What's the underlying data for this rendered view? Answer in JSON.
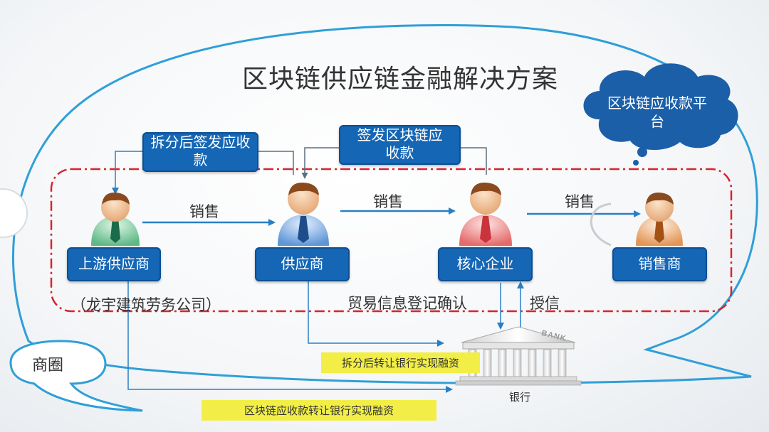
{
  "title": "区块链供应链金融解决方案",
  "cloud": "区块链应收款平台",
  "boxes": {
    "issue_split": "拆分后签发应收款",
    "issue_chain": "签发区块链应收款",
    "upstream": "上游供应商",
    "supplier": "供应商",
    "core": "核心企业",
    "distributor": "销售商"
  },
  "labels": {
    "sale1": "销售",
    "sale2": "销售",
    "sale3": "销售",
    "upstream_company": "（龙宇建筑劳务公司）",
    "trade_confirm": "贸易信息登记确认",
    "credit": "授信",
    "bank": "银行",
    "bank_sign": "BANK",
    "business_circle": "商圈"
  },
  "highlights": {
    "split_financing": "拆分后转让银行实现融资",
    "chain_financing": "区块链应收款转让银行实现融资"
  },
  "colors": {
    "box_blue": "#1566b5",
    "outline_blue": "#2f9fd8",
    "dashed_red": "#d9232e",
    "arrow_blue": "#2a7fc4",
    "highlight_yellow": "#f2ee47"
  }
}
